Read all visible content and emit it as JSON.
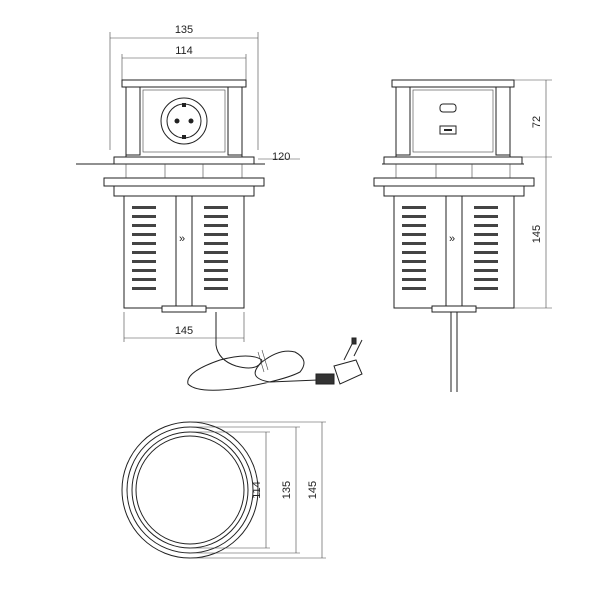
{
  "dimensions": {
    "front_top_outer": "135",
    "front_top_inner": "114",
    "front_table": "120",
    "front_body_width": "145",
    "side_top_height": "72",
    "side_body_height": "145",
    "plan_inner": "114",
    "plan_mid": "135",
    "plan_outer": "145"
  },
  "colors": {
    "line": "#222222",
    "background": "#ffffff"
  },
  "icons": {
    "front_outlet": "schuko-socket-icon",
    "side_outlet": "usb-port-icon",
    "plug": "power-plug-icon",
    "chevron": "double-chevron-icon"
  }
}
